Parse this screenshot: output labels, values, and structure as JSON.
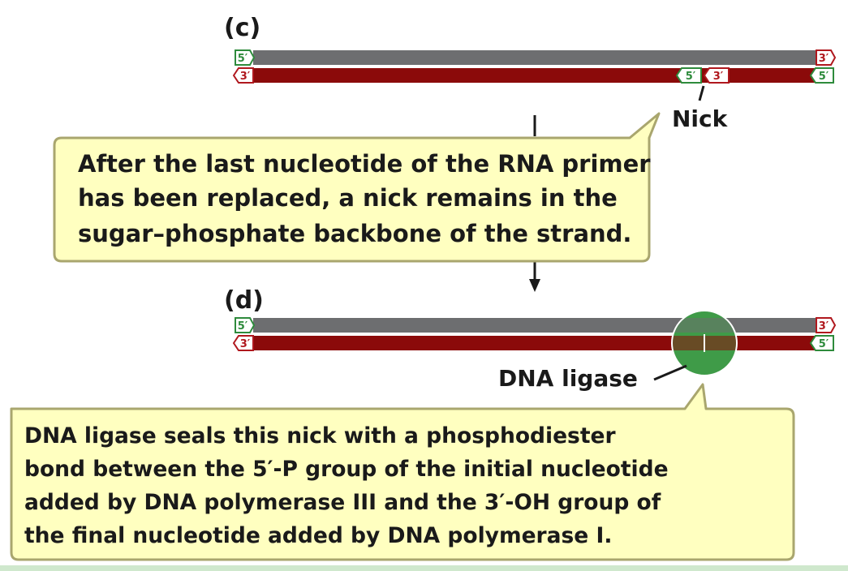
{
  "panels": {
    "c": {
      "label": "(c)",
      "top_left_tag": "5′",
      "bottom_left_tag": "3′",
      "top_right_tag": "3′",
      "bottom_right_tag": "5′",
      "nick_left_tag": "5′",
      "nick_right_tag": "3′",
      "nick_label": "Nick"
    },
    "d": {
      "label": "(d)",
      "top_left_tag": "5′",
      "bottom_left_tag": "3′",
      "top_right_tag": "3′",
      "bottom_right_tag": "5′",
      "enzyme_label": "DNA ligase"
    }
  },
  "callouts": {
    "nick_box": {
      "lines": [
        "After the last nucleotide of the RNA primer",
        "has been replaced, a nick remains in the",
        "sugar–phosphate backbone of the strand."
      ]
    },
    "ligase_box": {
      "lines": [
        "DNA ligase seals this nick with a phosphodiester",
        "bond between the 5′-P group of the initial nucleotide",
        "added by DNA polymerase III and the 3′-OH group of",
        "the final nucleotide added by DNA polymerase I."
      ]
    }
  },
  "colors": {
    "top_strand": "#6d6e70",
    "bottom_strand": "#8b0a0a",
    "five_prime_tag": "#2e8b3c",
    "three_prime_tag": "#b0181e",
    "callout_fill": "#ffffc0",
    "callout_border": "#a9a66e",
    "ligase": "#3f9b48",
    "bottom_band": "#cfe8cd"
  }
}
